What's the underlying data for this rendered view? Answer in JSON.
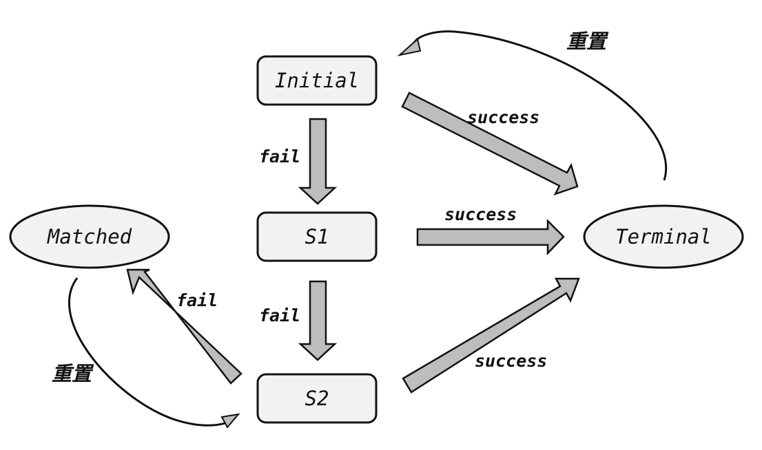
{
  "nodes": {
    "initial": "Initial",
    "s1": "S1",
    "s2": "S2",
    "matched": "Matched",
    "terminal": "Terminal"
  },
  "edges": {
    "initial_to_s1": "fail",
    "s1_to_s2": "fail",
    "s2_to_matched": "fail",
    "initial_to_terminal": "success",
    "s1_to_terminal": "success",
    "s2_to_terminal": "success",
    "terminal_to_initial": "重置",
    "matched_to_s2": "重置"
  },
  "colors": {
    "node_fill": "#f2f2f2",
    "arrow_fill": "#bdbdbd",
    "stroke": "#111111"
  }
}
